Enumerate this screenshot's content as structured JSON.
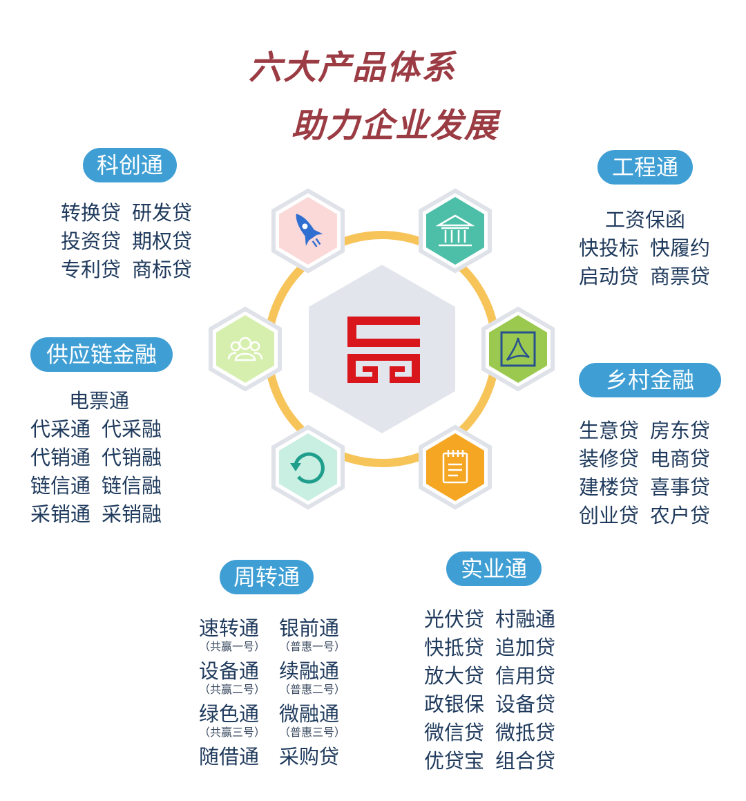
{
  "title": {
    "line1": "六大产品体系",
    "line2": "助力企业发展"
  },
  "colors": {
    "title": "#9b3b43",
    "pill": "#3f9fd4",
    "ring": "#f7c45a",
    "logo": "#d9161c",
    "text": "#1f3a5c"
  },
  "center": {
    "icon": "company-logo"
  },
  "nodes": [
    {
      "icon": "rocket-icon",
      "color": "#fbd9d9"
    },
    {
      "icon": "bank-icon",
      "color": "#4dbfa8"
    },
    {
      "icon": "document-icon",
      "color": "#9bc94f"
    },
    {
      "icon": "notepad-icon",
      "color": "#f5a623"
    },
    {
      "icon": "refresh-icon",
      "color": "#c9eee2"
    },
    {
      "icon": "group-icon",
      "color": "#d6efae"
    }
  ],
  "kechuang": {
    "label": "科创通",
    "rows": [
      [
        "转换贷",
        "研发贷"
      ],
      [
        "投资贷",
        "期权贷"
      ],
      [
        "专利贷",
        "商标贷"
      ]
    ]
  },
  "gongcheng": {
    "label": "工程通",
    "single": "工资保函",
    "rows": [
      [
        "快投标",
        "快履约"
      ],
      [
        "启动贷",
        "商票贷"
      ]
    ]
  },
  "gongying": {
    "label": "供应链金融",
    "single": "电票通",
    "rows": [
      [
        "代采通",
        "代采融"
      ],
      [
        "代销通",
        "代销融"
      ],
      [
        "链信通",
        "链信融"
      ],
      [
        "采销通",
        "采销融"
      ]
    ]
  },
  "xiangcun": {
    "label": "乡村金融",
    "rows": [
      [
        "生意贷",
        "房东贷"
      ],
      [
        "装修贷",
        "电商贷"
      ],
      [
        "建楼贷",
        "喜事贷"
      ],
      [
        "创业贷",
        "农户贷"
      ]
    ]
  },
  "zhouzhuan": {
    "label": "周转通",
    "items": [
      [
        "速转通",
        "（共赢一号）",
        "银前通",
        "（普惠一号）"
      ],
      [
        "设备通",
        "（共赢二号）",
        "续融通",
        "（普惠二号）"
      ],
      [
        "绿色通",
        "（共赢三号）",
        "微融通",
        "（普惠三号）"
      ],
      [
        "随借通",
        "",
        "采购贷",
        ""
      ]
    ]
  },
  "shiye": {
    "label": "实业通",
    "rows": [
      [
        "光伏贷",
        "村融通"
      ],
      [
        "快抵贷",
        "追加贷"
      ],
      [
        "放大贷",
        "信用贷"
      ],
      [
        "政银保",
        "设备贷"
      ],
      [
        "微信贷",
        "微抵贷"
      ],
      [
        "优贷宝",
        "组合贷"
      ]
    ]
  }
}
